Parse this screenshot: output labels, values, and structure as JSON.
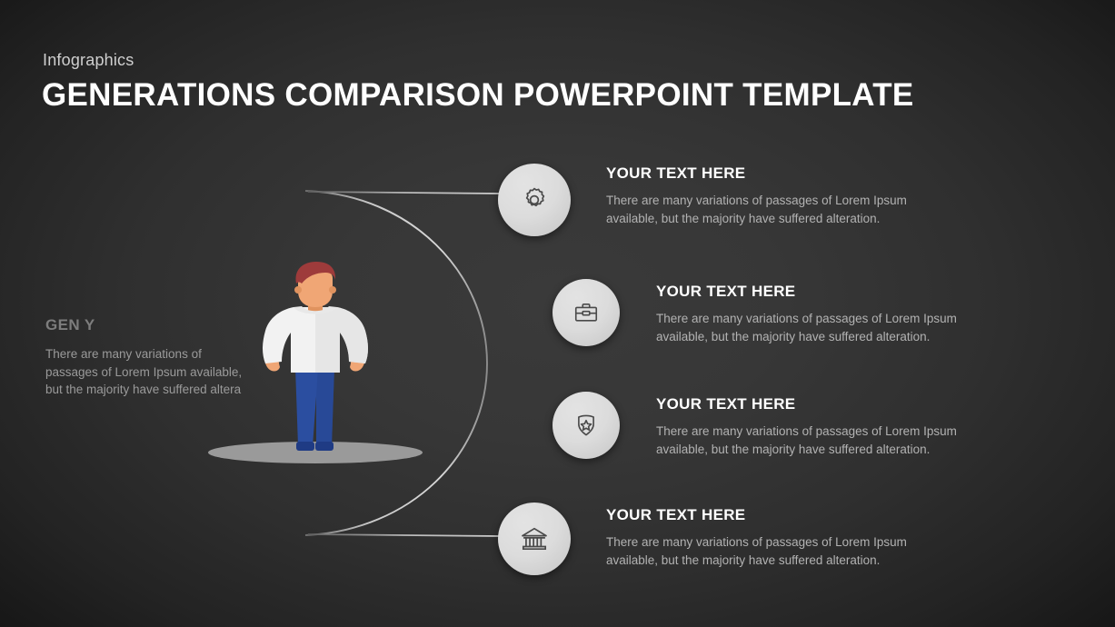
{
  "header": {
    "eyebrow": "Infographics",
    "title": "GENERATIONS COMPARISON POWERPOINT TEMPLATE"
  },
  "generation": {
    "label": "GEN Y",
    "body": "There are many variations of passages of Lorem Ipsum available, but the majority have suffered altera"
  },
  "character": {
    "name": "gen-y-person-illustration",
    "hair_color": "#9e3b3b",
    "skin_color": "#f0a675",
    "shirt_color": "#f2f2f2",
    "pants_color": "#2b4ea0",
    "shoe_color": "#1f3b84",
    "shadow_color": "#9a9a9a"
  },
  "items": [
    {
      "icon": "gear-icon",
      "heading": "YOUR TEXT HERE",
      "body": "There are many variations of passages of Lorem Ipsum available, but the majority have suffered alteration."
    },
    {
      "icon": "briefcase-icon",
      "heading": "YOUR TEXT HERE",
      "body": "There are many variations of passages of Lorem Ipsum available, but the majority have suffered alteration."
    },
    {
      "icon": "shield-star-icon",
      "heading": "YOUR TEXT HERE",
      "body": "There are many variations of passages of Lorem Ipsum available, but the majority have suffered alteration."
    },
    {
      "icon": "bank-icon",
      "heading": "YOUR TEXT HERE",
      "body": "There are many variations of passages of Lorem Ipsum available, but the majority have suffered alteration."
    }
  ],
  "colors": {
    "background_center": "#363636",
    "background_edge": "#101010",
    "circle_fill": "#dcdcdc",
    "icon_stroke": "#4a4a4a",
    "connector": "#a8a8a8",
    "title_text": "#ffffff",
    "body_text": "#b2b2b2",
    "muted_text": "#9a9a9a"
  }
}
